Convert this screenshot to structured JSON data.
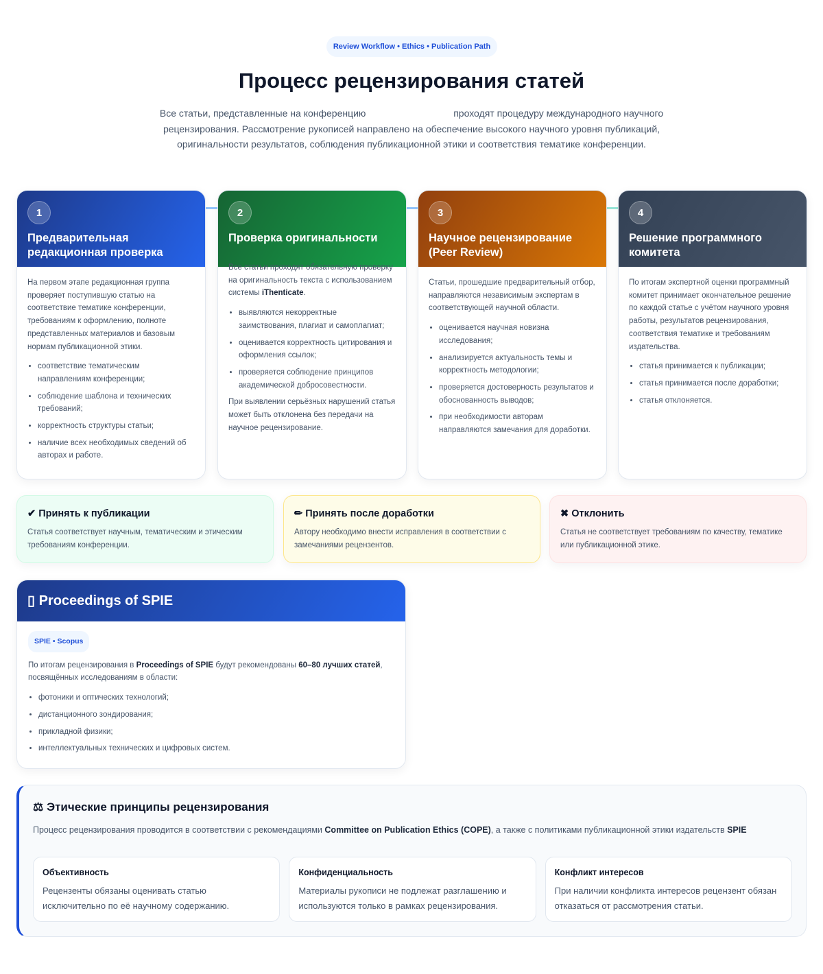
{
  "header": {
    "badge": "Review Workflow • Ethics • Publication Path",
    "title": "Процесс рецензирования статей",
    "intro_a": "Все статьи, представленные на конференцию",
    "intro_b": "проходят процедуру международного научного рецензирования. Рассмотрение рукописей направлено на обеспечение высокого научного уровня публикаций, оригинальности результатов, соблюдения публикационной этики и соответствия тематике конференции."
  },
  "steps": [
    {
      "num": "1",
      "title": "Предварительная редакционная проверка",
      "text": "На первом этапе редакционная группа проверяет поступившую статью на соответствие тематике конференции, требованиям к оформлению, полноте представленных материалов и базовым нормам публикационной этики.",
      "items": [
        "соответствие тематическим направлениям конференции;",
        "соблюдение шаблона и технических требований;",
        "корректность структуры статьи;",
        "наличие всех необходимых сведений об авторах и работе."
      ]
    },
    {
      "num": "2",
      "title": "Проверка оригинальности",
      "text_a": "Все статьи проходят обязательную проверку на оригинальность текста с использованием системы",
      "text_bold": "iThenticate",
      "text_end": ".",
      "items": [
        "выявляются некорректные заимствования, плагиат и самоплагиат;",
        "оценивается корректность цитирования и оформления ссылок;",
        "проверяется соблюдение принципов академической добросовестности."
      ],
      "note": "При выявлении серьёзных нарушений статья может быть отклонена без передачи на научное рецензирование."
    },
    {
      "num": "3",
      "title": "Научное рецензирование (Peer Review)",
      "text": "Статьи, прошедшие предварительный отбор, направляются независимым экспертам в соответствующей научной области.",
      "items": [
        "оценивается научная новизна исследования;",
        "анализируется актуальность темы и корректность методологии;",
        "проверяется достоверность результатов и обоснованность выводов;",
        "при необходимости авторам направляются замечания для доработки."
      ]
    },
    {
      "num": "4",
      "title": "Решение программного комитета",
      "text": "По итогам экспертной оценки программный комитет принимает окончательное решение по каждой статье с учётом научного уровня работы, результатов рецензирования, соответствия тематике и требованиям издательства.",
      "items": [
        "статья принимается к публикации;",
        "статья принимается после доработки;",
        "статья отклоняется."
      ]
    }
  ],
  "decisions": [
    {
      "icon": "✔",
      "title": "Принять к публикации",
      "text": "Статья соответствует научным, тематическим и этическим требованиям конференции."
    },
    {
      "icon": "✏",
      "title": "Принять после доработки",
      "text": "Автору необходимо внести исправления в соответствии с замечаниями рецензентов."
    },
    {
      "icon": "✖",
      "title": "Отклонить",
      "text": "Статья не соответствует требованиям по качеству, тематике или публикационной этике."
    }
  ],
  "spie": {
    "icon": "▯",
    "title": "Proceedings of SPIE",
    "pill": "SPIE • Scopus",
    "t1": "По итогам рецензирования в",
    "b1": "Proceedings of SPIE",
    "t2": "будут рекомендованы",
    "b2": "60–80 лучших статей",
    "t3": ", посвящённых исследованиям в области:",
    "items": [
      "фотоники и оптических технологий;",
      "дистанционного зондирования;",
      "прикладной физики;",
      "интеллектуальных технических и цифровых систем."
    ]
  },
  "ethics": {
    "icon": "⚖",
    "title": "Этические принципы рецензирования",
    "t1": "Процесс рецензирования проводится в соответствии с рекомендациями",
    "b1": "Committee on Publication Ethics (COPE)",
    "t2": ", а также с политиками публикационной этики издательств",
    "b2": "SPIE",
    "cards": [
      {
        "title": "Объективность",
        "text": "Рецензенты обязаны оценивать статью исключительно по её научному содержанию."
      },
      {
        "title": "Конфиденциальность",
        "text": "Материалы рукописи не подлежат разглашению и используются только в рамках рецензирования."
      },
      {
        "title": "Конфликт интересов",
        "text": "При наличии конфликта интересов рецензент обязан отказаться от рассмотрения статьи."
      }
    ]
  }
}
